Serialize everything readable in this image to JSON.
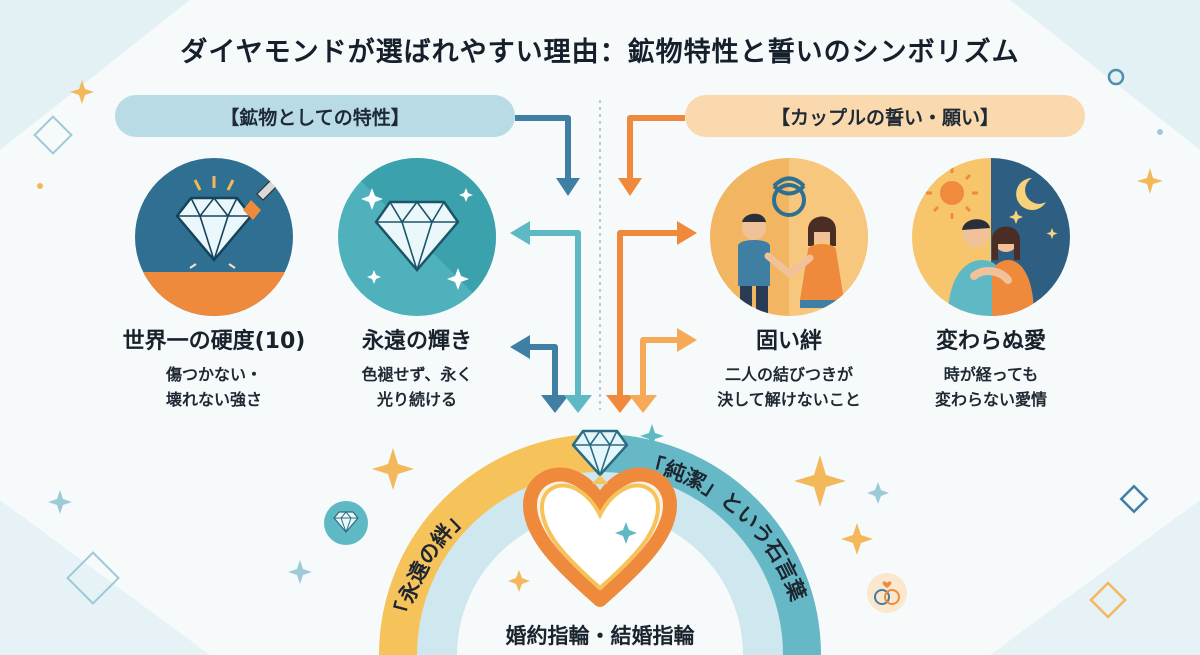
{
  "title": "ダイヤモンドが選ばれやすい理由：鉱物特性と誓いのシンボリズム",
  "left_header": "【鉱物としての特性】",
  "right_header": "【カップルの誓い・願い】",
  "items": [
    {
      "label": "世界一の硬度(10)",
      "desc1": "傷つかない・",
      "desc2": "壊れない強さ"
    },
    {
      "label": "永遠の輝き",
      "desc1": "色褪せず、永く",
      "desc2": "光り続ける"
    },
    {
      "label": "固い絆",
      "desc1": "二人の結びつきが",
      "desc2": "決して解けないこと"
    },
    {
      "label": "変わらぬ愛",
      "desc1": "時が経っても",
      "desc2": "変わらない愛情"
    }
  ],
  "arc_left": "「永遠の絆」",
  "arc_right": "「純潔」という石言葉",
  "bottom_label": "婚約指輪・結婚指輪",
  "colors": {
    "blue_arrow": "#3f7fa3",
    "teal_arrow": "#5fb9c4",
    "orange_arrow": "#ef8a3c",
    "light_orange_arrow": "#f6a957",
    "arc_yellow": "#f6c35b",
    "arc_teal": "#67b8c6",
    "arc_inner": "#cfe7ee"
  }
}
